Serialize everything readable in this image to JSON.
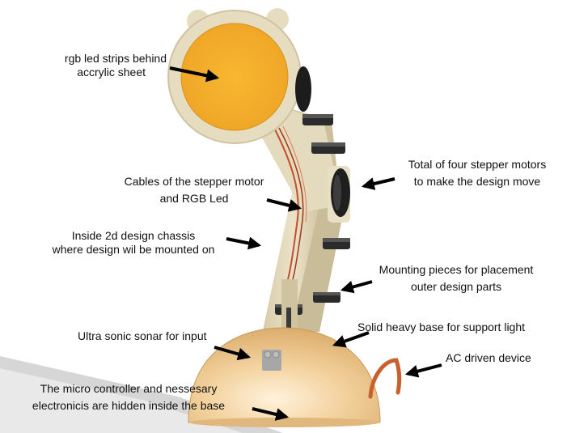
{
  "colors": {
    "frame": "#e6dcc0",
    "frame_shade": "#cdbf9c",
    "disc": "#f2b22e",
    "motor": "#262626",
    "motor_shade": "#4a4a4a",
    "base": "#f0c98e",
    "base_shade": "#d9a966",
    "cable": "#c64d2c",
    "sonar": "#a5a5a5",
    "arrow": "#000000"
  },
  "labels": {
    "rgb_led": [
      "rgb led strips behind",
      "accrylic sheet"
    ],
    "stepper_total": [
      "Total of four stepper motors",
      "to make the design move"
    ],
    "cables": [
      "Cables of the stepper motor",
      "and RGB Led"
    ],
    "chassis": [
      "Inside 2d design chassis",
      "where design wil be mounted on"
    ],
    "mounting": [
      "Mounting pieces for placement",
      "outer design parts"
    ],
    "base": [
      "Solid heavy base for support light"
    ],
    "sonar": [
      "Ultra sonic sonar for input"
    ],
    "ac": [
      "AC driven device"
    ],
    "micro": [
      "The micro controller and nessesary",
      "electronicis are hidden inside the base"
    ]
  }
}
